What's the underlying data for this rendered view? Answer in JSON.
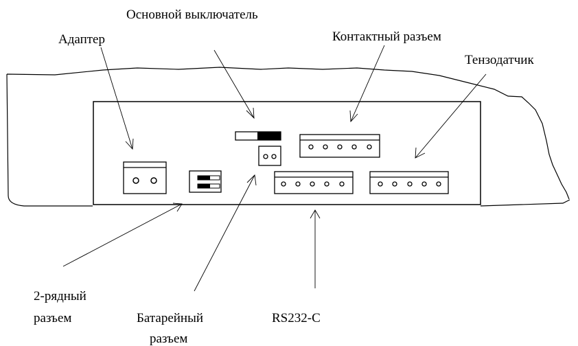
{
  "labels": {
    "main_switch": "Основной выключатель",
    "adapter": "Адаптер",
    "contact_connector": "Контактный разъем",
    "strain_gauge": "Тензодатчик",
    "two_row_connector_line1": "2-рядный",
    "two_row_connector_line2": "разъем",
    "battery_connector_line1": "Батарейный",
    "battery_connector_line2": "разъем",
    "rs232": "RS232-C"
  },
  "colors": {
    "line": "#000000",
    "background": "#ffffff"
  }
}
